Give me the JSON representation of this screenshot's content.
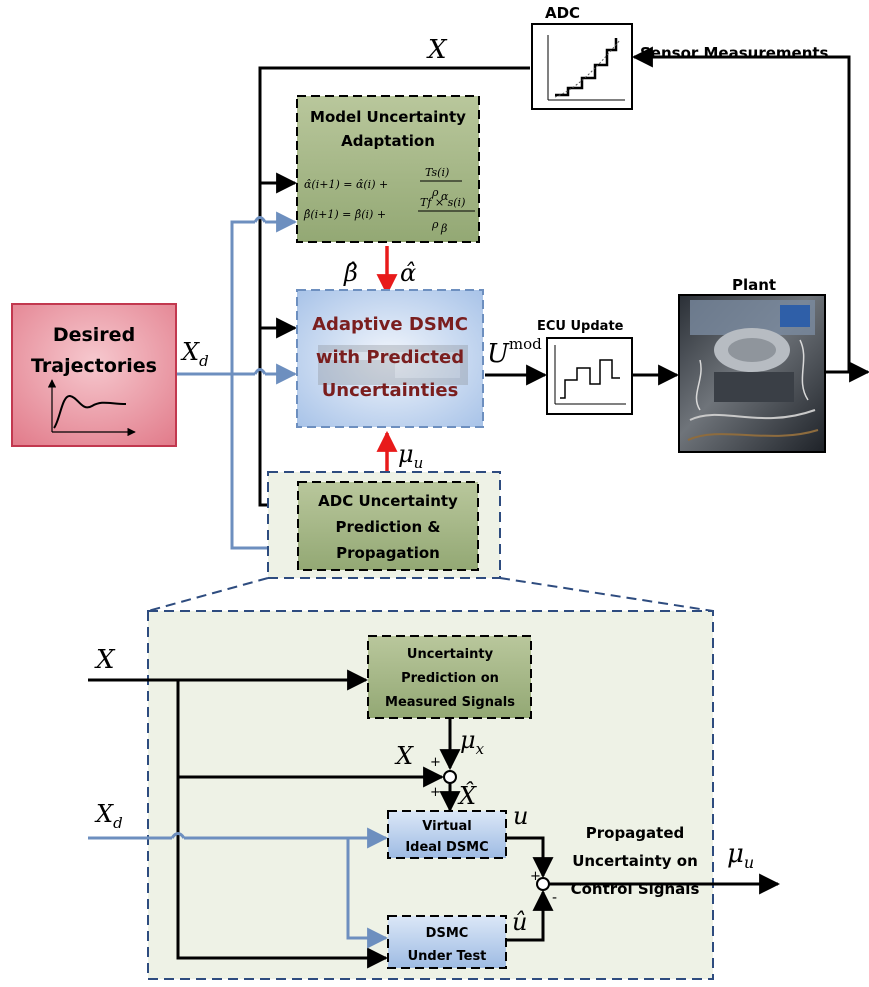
{
  "labels": {
    "adc": "ADC",
    "sensor_measurements": "Sensor Measurements",
    "ecu_update": "ECU Update",
    "plant": "Plant",
    "propagated_uncertainty": [
      "Propagated",
      "Uncertainty on",
      "Control Signals"
    ]
  },
  "blocks": {
    "model_uncertainty": [
      "Model Uncertainty",
      "Adaptation"
    ],
    "adaptive_dsmc": [
      "Adaptive DSMC",
      "with Predicted",
      "Uncertainties"
    ],
    "desired_trajectories": [
      "Desired",
      "Trajectories"
    ],
    "adc_uncertainty": [
      "ADC Uncertainty",
      "Prediction &",
      "Propagation"
    ],
    "uncertainty_prediction": [
      "Uncertainty",
      "Prediction on",
      "Measured Signals"
    ],
    "virtual_ideal_dsmc": [
      "Virtual",
      "Ideal DSMC"
    ],
    "dsmc_under_test": [
      "DSMC",
      "Under Test"
    ]
  },
  "equations": {
    "alpha_lhs": "α̂(i+1) = α̂(i) +",
    "alpha_num": "Ts(i)",
    "alpha_den": "ρ",
    "alpha_den_sub": "α",
    "beta_lhs": "β̂(i+1) = β̂(i) +",
    "beta_num": "Tf × s(i)",
    "beta_den": "ρ",
    "beta_den_sub": "β"
  },
  "symbols": {
    "X": "X",
    "Xd_main": "X",
    "Xd_sub": "d",
    "U_mod_main": "U",
    "U_mod_sup": "mod",
    "beta_hat": "β̂",
    "alpha_hat": "α̂",
    "mu_main": "μ",
    "mu_sub_u": "u",
    "mu_sub_x": "x",
    "X_hat": "X̂",
    "u": "u",
    "u_hat": "û",
    "plus": "+",
    "minus": "-"
  },
  "colors": {
    "black": "#000000",
    "blue_line": "#6d8fbf",
    "red_arrow": "#e81a1a",
    "green_fill": "#a9b98b",
    "green_fill_light": "#c4d1a8",
    "blue_fill": "#c6d8f0",
    "blue_fill_edge": "#9ebbe3",
    "pink_fill": "#e8919d",
    "pink_edge": "#c2384f",
    "maroon_text": "#7a1e1e",
    "zoom_bg": "#eef2e6",
    "zoom_border": "#2e4c7f"
  }
}
